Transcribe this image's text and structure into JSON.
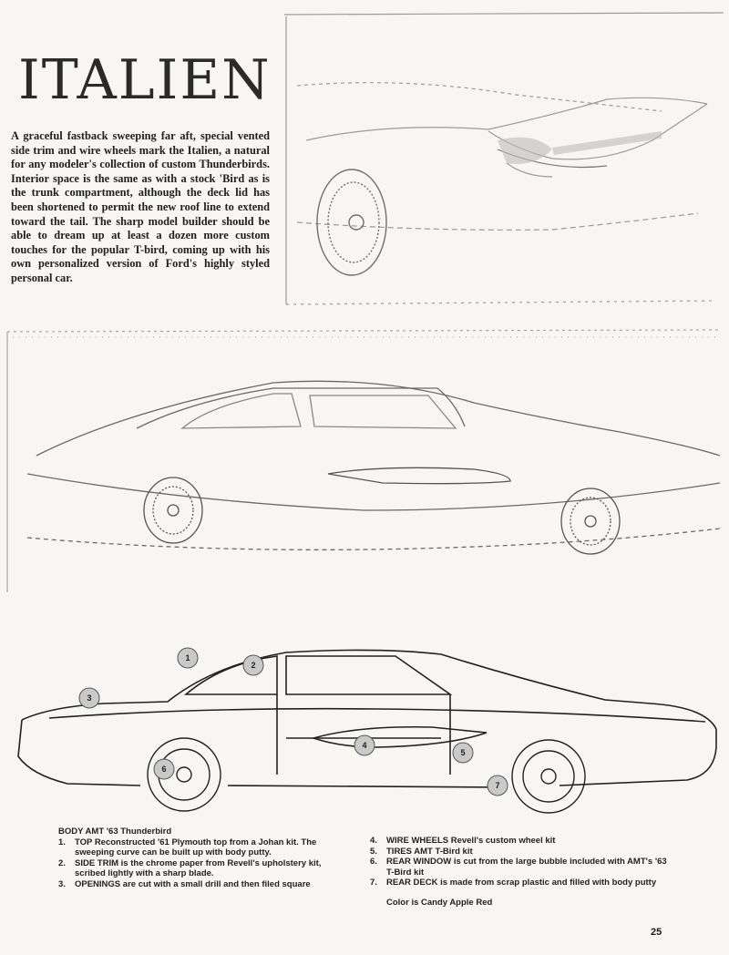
{
  "title": "ITALIEN",
  "intro": "A graceful fastback sweeping far aft, special vented side trim and wire wheels mark the Italien, a natural for any modeler's collection of custom Thunderbirds. Interior space is the same as with a stock 'Bird as is the trunk compartment, although the deck lid has been shortened to permit the new roof line to extend toward the tail. The sharp model builder should be able to dream up at least a dozen more custom touches for the popular T-bird, coming up with his own personalized version of Ford's highly styled personal car.",
  "diagram_callouts": [
    "1",
    "2",
    "3",
    "4",
    "5",
    "6",
    "7"
  ],
  "notes": {
    "heading": "BODY AMT '63 Thunderbird",
    "left_items": [
      {
        "num": "1.",
        "text": "TOP Reconstructed '61 Plymouth top from a Johan kit. The sweeping curve can be built up with body putty."
      },
      {
        "num": "2.",
        "text": "SIDE TRIM is the chrome paper from Revell's upholstery kit, scribed lightly with a sharp blade."
      },
      {
        "num": "3.",
        "text": "OPENINGS are cut with a small drill and then filed square"
      }
    ],
    "right_items": [
      {
        "num": "4.",
        "text": "WIRE WHEELS Revell's custom wheel kit"
      },
      {
        "num": "5.",
        "text": "TIRES AMT T-Bird kit"
      },
      {
        "num": "6.",
        "text": "REAR WINDOW is cut from the large bubble included with AMT's '63 T-Bird kit"
      },
      {
        "num": "7.",
        "text": "REAR DECK is made from scrap plastic and filled with body putty"
      }
    ],
    "color": "Color is Candy Apple Red"
  },
  "page_number": "25"
}
